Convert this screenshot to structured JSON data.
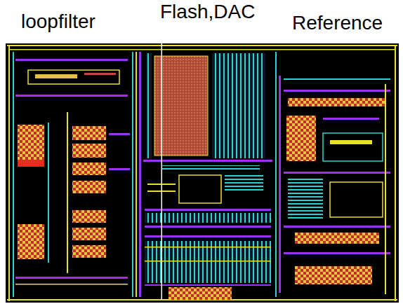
{
  "diagram": {
    "labels": [
      "loopfilter",
      "Flash,DAC",
      "Reference"
    ]
  }
}
